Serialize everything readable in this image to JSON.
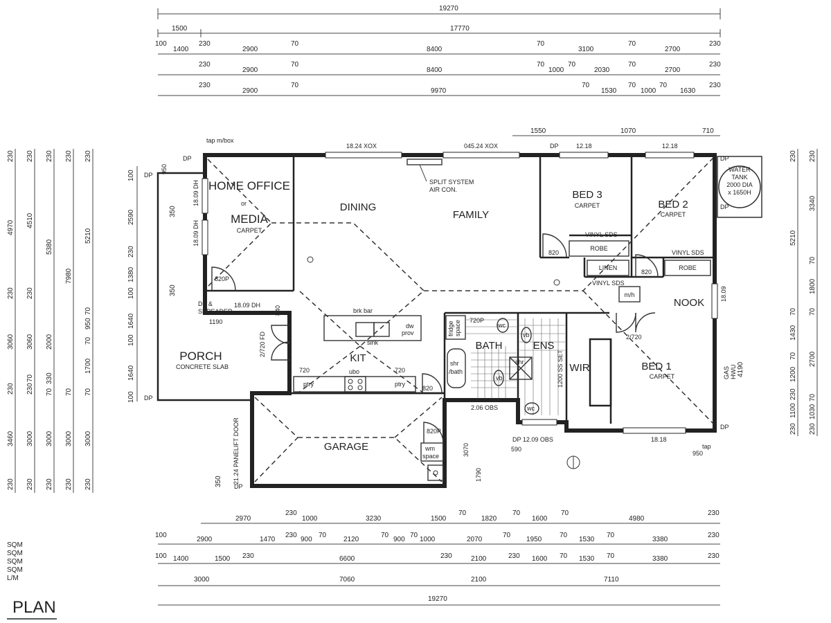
{
  "plan_title": "PLAN",
  "rooms": {
    "home_office": [
      "HOME OFFICE",
      "or",
      "MEDIA"
    ],
    "home_office_floor": "CARPET",
    "dining": "DINING",
    "family": "FAMILY",
    "bed3": "BED 3",
    "bed3_floor": "CARPET",
    "bed2": "BED 2",
    "bed2_floor": "CARPET",
    "nook": "NOOK",
    "bed1": "BED 1",
    "bed1_floor": "CARPET",
    "wir": "WIR",
    "kit": "KIT",
    "bath": "BATH",
    "ens": "ENS",
    "porch": "PORCH",
    "porch_floor": "CONCRETE SLAB",
    "garage": "GARAGE"
  },
  "fixtures": {
    "water_tank": [
      "WATER",
      "TANK",
      "2000 DIA",
      "x 1650H"
    ],
    "split_system": [
      "SPLIT SYSTEM",
      "AIR CON."
    ],
    "robe": "ROBE",
    "linen": "LINEN",
    "vinyl_sds": "VINYL SDS",
    "brk_bar": "brk bar",
    "sink": "sink",
    "dw_prov": [
      "dw",
      "prov"
    ],
    "ptry": "ptry",
    "ubo": "ubo",
    "fridge_space": [
      "fridge",
      "space"
    ],
    "shr_bath": [
      "shr",
      "/bath"
    ],
    "vb": "vb",
    "wc": "wc",
    "shr": "shr",
    "wm_space": [
      "wm",
      "space"
    ],
    "mh": "m/h",
    "tap_box": "tap m/box",
    "dp": "DP",
    "dp_spreader": [
      "DP &",
      "SPREADER"
    ],
    "gas_hwu": [
      "GAS",
      "HWU"
    ],
    "panelift_door": "21.24 PANELIFT DOOR",
    "tap": "tap"
  },
  "opening_labels": {
    "w_1824": "18.24 XOX",
    "w_04524": "045.24 XOX",
    "w_1218a": "12.18",
    "w_1218b": "12.18",
    "w_1809a": "18.09 DH",
    "w_1809b": "18.09 DH",
    "w_1809c": "18.09 DH",
    "w_1809d": "18.09",
    "w_1818": "18.18",
    "w_1209": "DP 12.09 OBS",
    "w_206": "2.06 OBS",
    "w_1200ss": "1200 SS SET",
    "d_820p_office": "820P",
    "d_820p_garage": "820P",
    "d_820_bed3": "820",
    "d_820_bed2": "820",
    "d_820_bath": "820",
    "d_720_kit": "720",
    "d_720_ptry": "720",
    "d_720p_fridge": "720P",
    "d_2720_bed1": "2/720",
    "d_2720_fd": "2/720 FD",
    "d_1190": "1190",
    "d_840": "840",
    "d_950": "950",
    "d_950b": "950",
    "d_590": "590",
    "d_3070": "3070",
    "d_1790": "1790",
    "d_350a": "350",
    "d_350b": "350",
    "d_350c": "350",
    "d_4190": "4190",
    "d_2590": "2590",
    "d_1380": "1380",
    "d_1640a": "1640",
    "d_1640b": "1640",
    "d_100": "100",
    "d_1550": "1550",
    "d_1070": "1070",
    "d_710": "710"
  },
  "dims_top": {
    "r1": [
      "19270"
    ],
    "r2": [
      "1500",
      "17770"
    ],
    "r3": [
      "100",
      "1400",
      "230",
      "2900",
      "70",
      "8400",
      "70",
      "3100",
      "70",
      "2700",
      "230"
    ],
    "r4": [
      "230",
      "2900",
      "70",
      "8400",
      "70",
      "1000",
      "70",
      "2030",
      "70",
      "2700",
      "230"
    ],
    "r5": [
      "230",
      "2900",
      "70",
      "9970",
      "70",
      "1530",
      "70",
      "1000",
      "70",
      "1630",
      "230"
    ]
  },
  "dims_bottom": {
    "r1": [
      "2970",
      "230",
      "1000",
      "3230",
      "1500",
      "70",
      "1820",
      "70",
      "1600",
      "70",
      "4980",
      "230"
    ],
    "r2": [
      "100",
      "2900",
      "1470",
      "230",
      "900",
      "70",
      "2120",
      "70",
      "900",
      "70",
      "1000",
      "2070",
      "70",
      "1950",
      "70",
      "1530",
      "70",
      "3380",
      "230"
    ],
    "r3": [
      "100",
      "1400",
      "1500",
      "230",
      "6600",
      "230",
      "2100",
      "230",
      "1600",
      "70",
      "1530",
      "70",
      "3380",
      "230"
    ],
    "r4": [
      "3000",
      "7060",
      "2100",
      "7110"
    ],
    "r5": [
      "19270"
    ]
  },
  "dims_left": {
    "c1": [
      "230",
      "4970",
      "230",
      "3060",
      "230",
      "3460",
      "230"
    ],
    "c2": [
      "230",
      "4510",
      "230",
      "3060",
      "70",
      "230",
      "3000",
      "230"
    ],
    "c3": [
      "230",
      "5380",
      "2000",
      "330",
      "70",
      "3000",
      "230"
    ],
    "c4": [
      "230",
      "7980",
      "70",
      "3000",
      "230"
    ],
    "c5": [
      "230",
      "5210",
      "70",
      "950",
      "70",
      "1700",
      "70",
      "3000",
      "230"
    ]
  },
  "dims_right": {
    "c1": [
      "230",
      "5210",
      "70",
      "1430",
      "70",
      "1200",
      "230",
      "1100",
      "230"
    ],
    "c2": [
      "230",
      "3340",
      "70",
      "1800",
      "70",
      "2700",
      "70",
      "1030",
      "230"
    ]
  },
  "area_legend": [
    "SQM",
    "SQM",
    "SQM",
    "SQM",
    "L/M"
  ]
}
